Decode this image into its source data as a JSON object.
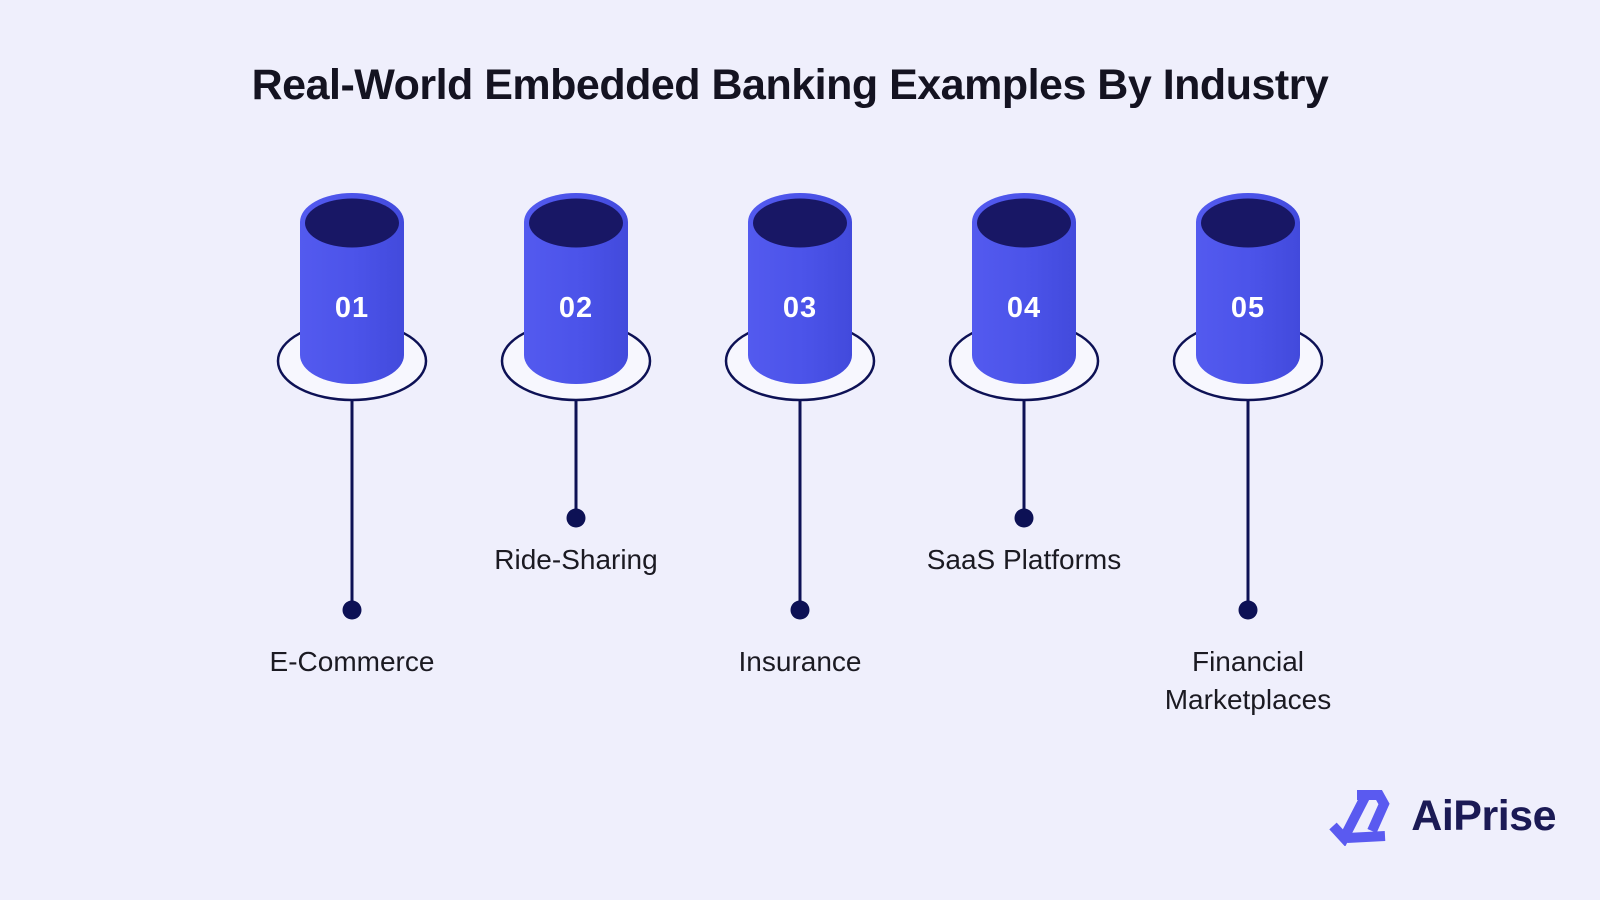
{
  "title": "Real-World Embedded Banking Examples By Industry",
  "steps": [
    {
      "number": "01",
      "label": "E-Commerce"
    },
    {
      "number": "02",
      "label": "Ride-Sharing"
    },
    {
      "number": "03",
      "label": "Insurance"
    },
    {
      "number": "04",
      "label": "SaaS Platforms"
    },
    {
      "number": "05",
      "label": "Financial Marketplaces"
    }
  ],
  "logo": {
    "brand": "AiPrise",
    "mark": "triangle-arrows-logo-icon"
  },
  "colors": {
    "background": "#EFEFFC",
    "cylinder": "#4C54E8",
    "cylinder_top": "#181765",
    "outline": "#0D1155",
    "base_fill": "#F7F7FE",
    "number_text": "#FFFFFF",
    "label_text": "#1B1A22",
    "title_text": "#141321",
    "logo_text": "#1B1A55",
    "logo_mark": "#5A5AF0"
  }
}
